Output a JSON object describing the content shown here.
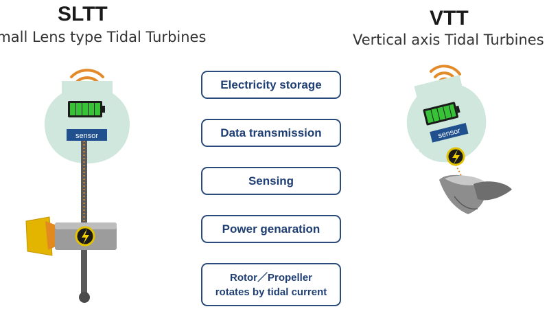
{
  "sltt": {
    "title": "SLTT",
    "subtitle": "Small Lens type Tidal Turbines",
    "sensor_label": "sensor"
  },
  "vtt": {
    "title": "VTT",
    "subtitle": "Vertical axis Tidal Turbines",
    "sensor_label": "sensor"
  },
  "steps": [
    {
      "lines": [
        "Electricity storage"
      ]
    },
    {
      "lines": [
        "Data transmission"
      ]
    },
    {
      "lines": [
        "Sensing"
      ]
    },
    {
      "lines": [
        "Power genaration"
      ]
    },
    {
      "lines": [
        "Rotor／Propeller",
        "rotates by tidal current"
      ]
    }
  ],
  "colors": {
    "housing": "#cfe7dc",
    "battery": "#2fb82f",
    "sensor_box": "#21508f",
    "wifi": "#e38a2a",
    "lens": "#e2b400",
    "pole": "#5e5e5e",
    "step_border": "#2a4a7a",
    "step_text": "#1f3f74"
  },
  "icons": [
    "wifi-icon",
    "battery-icon",
    "lightning-icon"
  ]
}
